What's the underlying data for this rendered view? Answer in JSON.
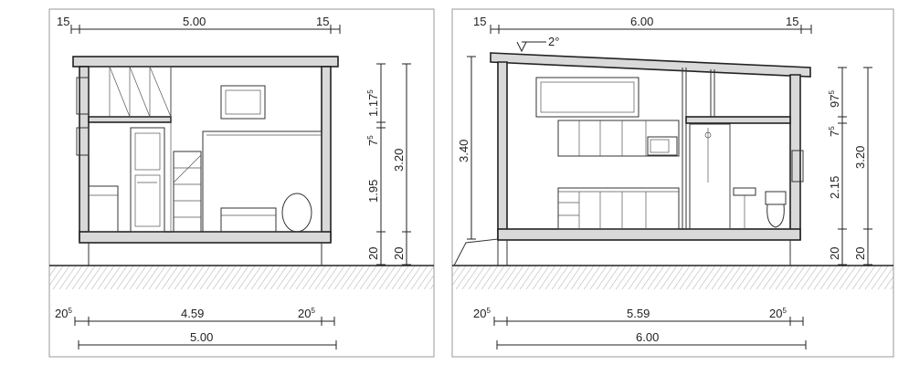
{
  "left_section": {
    "top_dims": {
      "left": "15",
      "middle": "5.00",
      "right": "15"
    },
    "right_dims": {
      "roof": {
        "main": "1.17",
        "sup": "5"
      },
      "beam": {
        "main": "7",
        "sup": "5"
      },
      "lower": "1.95",
      "floor": "20",
      "total": "3.20",
      "base": "20"
    },
    "bottom_dims": {
      "inner_left": {
        "main": "20",
        "sup": "5"
      },
      "inner_middle": "4.59",
      "inner_right": {
        "main": "20",
        "sup": "5"
      },
      "overall": "5.00"
    }
  },
  "right_section": {
    "top_dims": {
      "left": "15",
      "middle": "6.00",
      "right": "15"
    },
    "slope": "2°",
    "left_height": "3.40",
    "right_dims": {
      "upper": {
        "main": "97",
        "sup": "5"
      },
      "beam": {
        "main": "7",
        "sup": "5"
      },
      "lower": "2.15",
      "floor": "20",
      "total": "3.20",
      "base": "20"
    },
    "bottom_dims": {
      "inner_left": {
        "main": "20",
        "sup": "5"
      },
      "inner_middle": "5.59",
      "inner_right": {
        "main": "20",
        "sup": "5"
      },
      "overall": "6.00"
    }
  }
}
